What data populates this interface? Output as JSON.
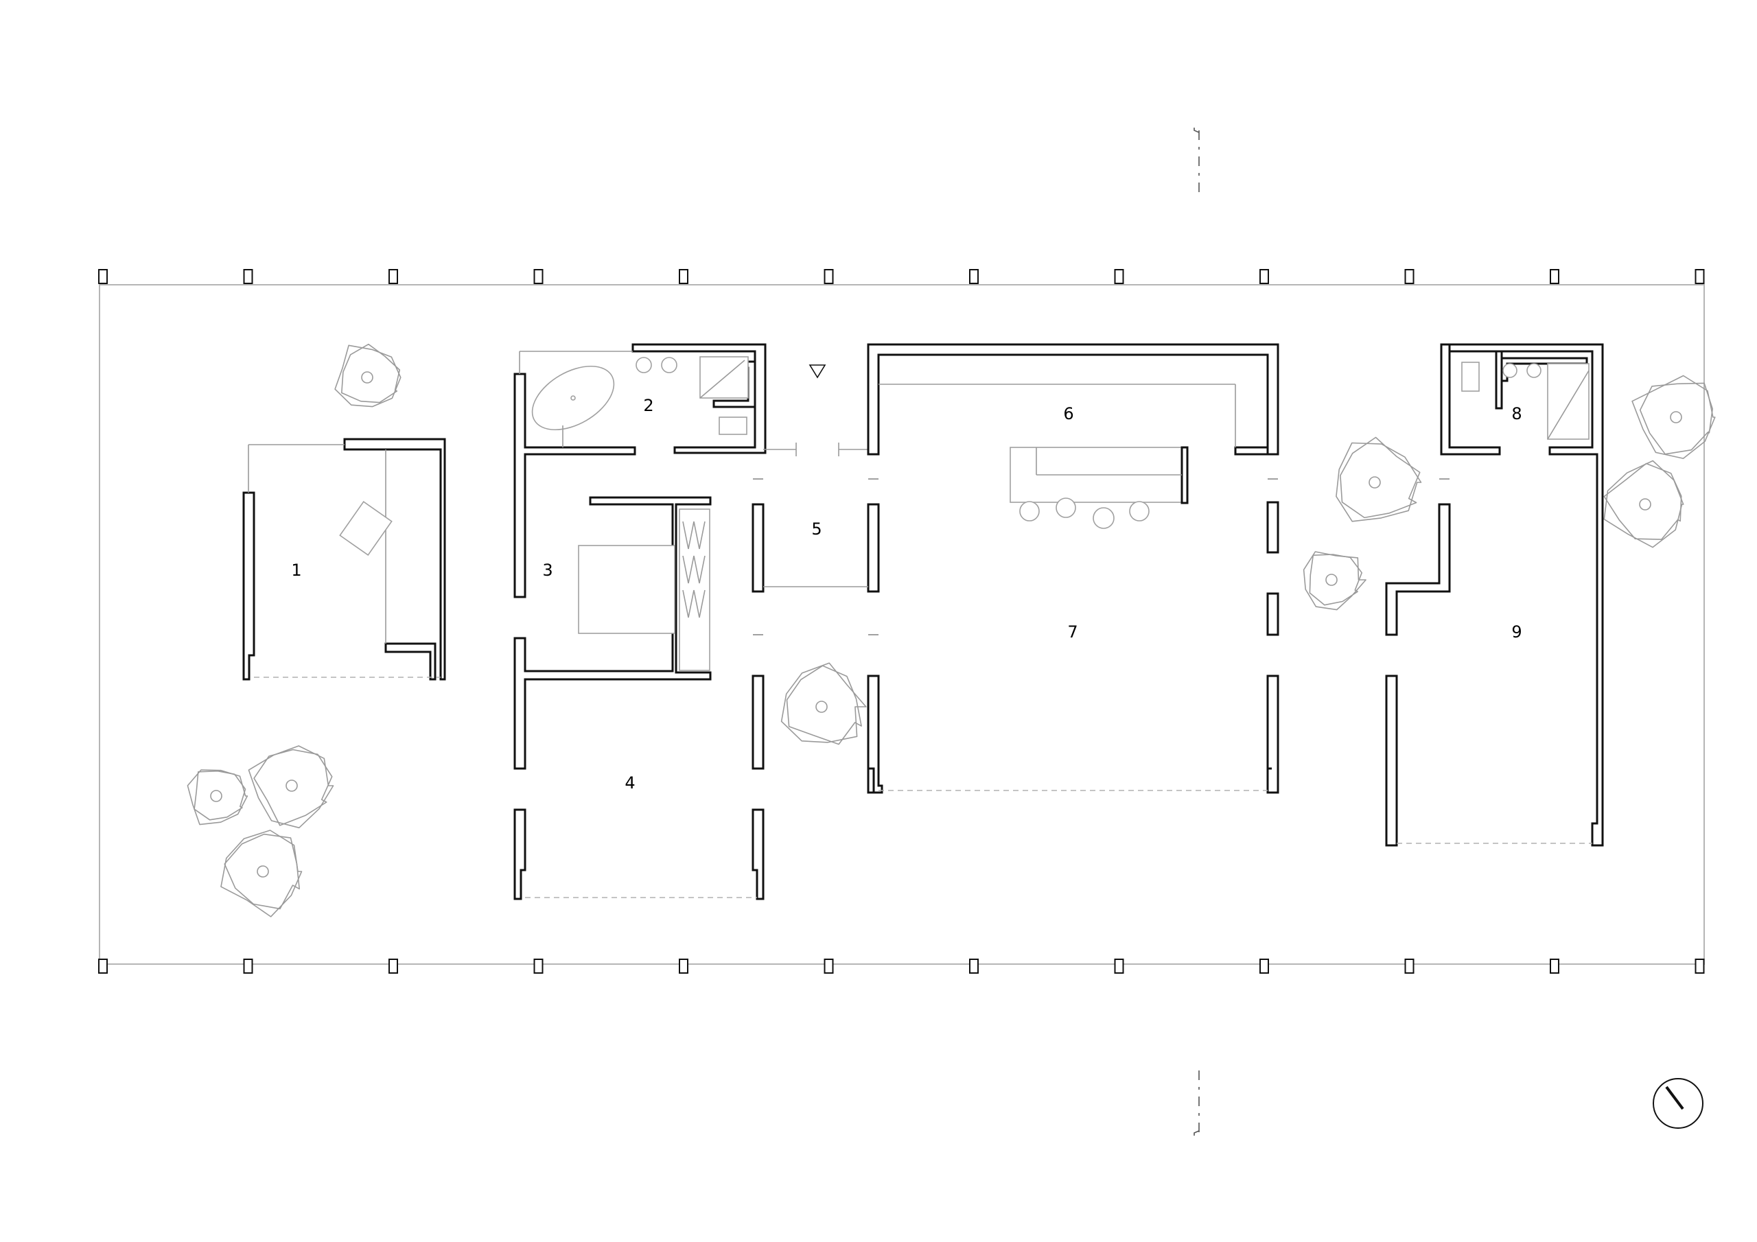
{
  "plan": {
    "rooms": [
      {
        "id": "1",
        "label": "1"
      },
      {
        "id": "2",
        "label": "2"
      },
      {
        "id": "3",
        "label": "3"
      },
      {
        "id": "4",
        "label": "4"
      },
      {
        "id": "5",
        "label": "5"
      },
      {
        "id": "6",
        "label": "6"
      },
      {
        "id": "7",
        "label": "7"
      },
      {
        "id": "8",
        "label": "8"
      },
      {
        "id": "9",
        "label": "9"
      }
    ],
    "line_color": "#111111",
    "fixture_color": "#a0a0a0",
    "symbols": [
      "section-marker",
      "entrance-triangle",
      "north-arrow",
      "tree-symbol",
      "column-marker"
    ]
  }
}
